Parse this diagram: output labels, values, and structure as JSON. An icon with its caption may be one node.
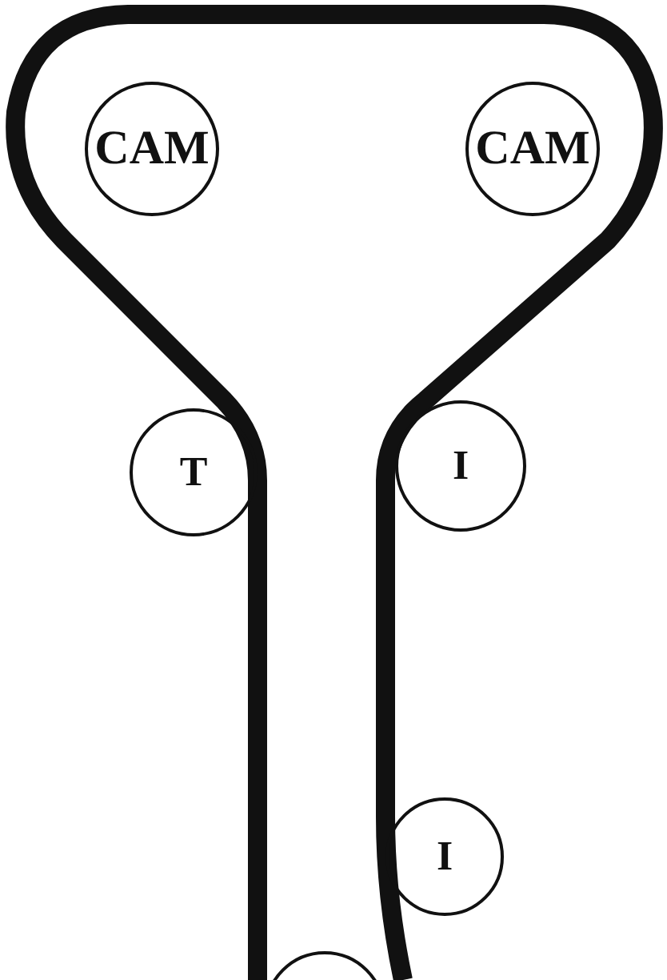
{
  "diagram": {
    "nodes": [
      {
        "text": [
          "CAM"
        ]
      },
      {
        "text": [
          "CAM"
        ]
      },
      {
        "text": [
          "T"
        ]
      },
      {
        "text": [
          "I"
        ]
      },
      {
        "text": [
          "I"
        ]
      },
      {
        "text": [],
        "shape": "circle"
      }
    ]
  }
}
